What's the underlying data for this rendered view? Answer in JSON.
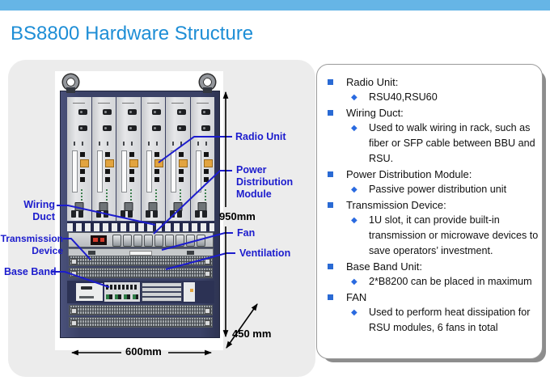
{
  "slide": {
    "title": "BS8800 Hardware Structure"
  },
  "diagram": {
    "labels": {
      "radio_unit": "Radio Unit",
      "power_distribution": "Power\nDistribution Module",
      "wiring_duct": "Wiring\nDuct",
      "transmission_device": "Transmission\nDevice",
      "base_band": "Base Band",
      "fan": "Fan",
      "ventilation": "Ventilation"
    },
    "dimensions": {
      "height": "950mm",
      "width": "600mm",
      "depth": "450 mm"
    }
  },
  "panel": {
    "items": [
      {
        "label": "Radio Unit:",
        "sub": "RSU40,RSU60"
      },
      {
        "label": "Wiring Duct:",
        "sub": "Used to walk wiring in rack, such as fiber or SFP cable between BBU and RSU."
      },
      {
        "label": "Power Distribution Module:",
        "sub": "Passive power distribution unit"
      },
      {
        "label": "Transmission Device:",
        "sub": "1U slot, it can provide built-in transmission or microwave devices to save operators’ investment."
      },
      {
        "label": "Base Band Unit:",
        "sub": "2*B8200 can be placed in maximum"
      },
      {
        "label": "FAN",
        "sub": "Used to perform heat dissipation for RSU modules, 6 fans in total"
      }
    ]
  },
  "colors": {
    "top_bar": "#66b5e6",
    "title_blue": "#1e8ed6",
    "label_blue": "#1c1ccd",
    "bullet_blue": "#2a6ad4",
    "cabinet_navy": "#3b4267",
    "module_gray": "#d6d7d9",
    "accent_orange": "#e2a43f",
    "panel_shadow": "#8d8d8d"
  }
}
